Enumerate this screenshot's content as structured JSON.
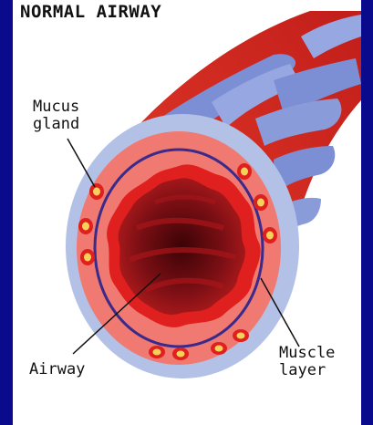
{
  "diagram": {
    "title": "NORMAL AIRWAY",
    "labels": {
      "mucus_gland_line1": "Mucus",
      "mucus_gland_line2": "gland",
      "airway": "Airway",
      "muscle_layer_line1": "Muscle",
      "muscle_layer_line2": "layer"
    },
    "colors": {
      "background_border": "#0a0a8c",
      "tissue_outer": "#a9b8e0",
      "tissue_wall": "#f07a72",
      "mucosa_red": "#e0201e",
      "lumen_dark": "#6b0c10",
      "muscle_band": "#3a2a8a",
      "gland_yellow": "#f4d25a"
    }
  }
}
